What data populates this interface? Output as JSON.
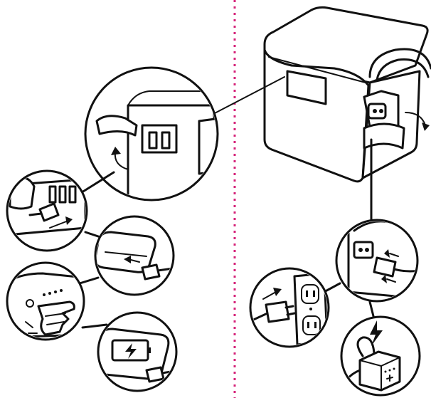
{
  "figure": {
    "title": "",
    "panels": [
      {
        "id": "left",
        "topic": "charge-devices-from-power-bank"
      },
      {
        "id": "right",
        "topic": "recharge-power-bank-from-wall-outlet"
      }
    ]
  },
  "colors": {
    "ink": "#111111",
    "divider": "#d6247a",
    "paper": "#ffffff"
  },
  "icons": [
    "device-block-icon",
    "usb-plug-icon",
    "smartphone-icon",
    "finger-press-icon",
    "battery-charging-icon",
    "wall-outlet-icon",
    "power-cord-icon",
    "lightning-bolt-icon",
    "mini-cube-icon",
    "strap-icon",
    "arrow-icon"
  ]
}
